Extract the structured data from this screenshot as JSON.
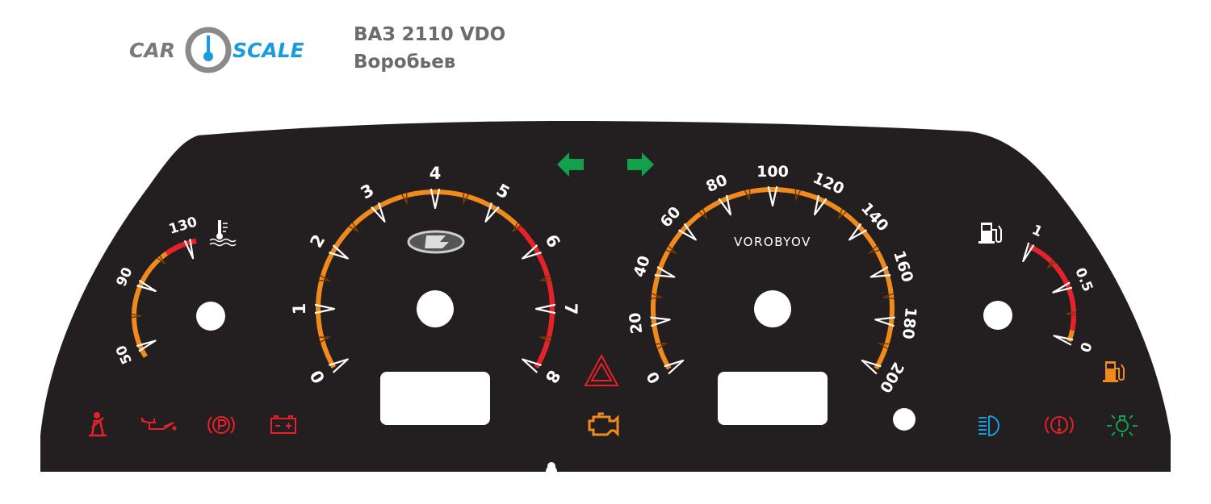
{
  "logo": {
    "left": "CAR",
    "right": "SCALE",
    "left_color": "#7a7a7a",
    "right_color": "#1a9be0"
  },
  "header": {
    "model": "ВАЗ 2110 VDO",
    "author": "Воробьев"
  },
  "panel": {
    "color": "#231f20",
    "brand_text": "VOROBYOV"
  },
  "colors": {
    "scale": "#f08a1c",
    "red": "#e8202a",
    "green": "#12a04a",
    "blue": "#1a9be0",
    "orange": "#f08a1c"
  },
  "gauges": {
    "temp": {
      "min": 50,
      "max": 130,
      "labels": [
        "50",
        "90",
        "130"
      ],
      "label_values": [
        50,
        90,
        130
      ],
      "minor_step": 20,
      "red_from": 115,
      "red_labels": [
        "130"
      ]
    },
    "tach": {
      "min": 0,
      "max": 8,
      "labels": [
        "0",
        "1",
        "2",
        "3",
        "4",
        "5",
        "6",
        "7",
        "8"
      ],
      "label_values": [
        0,
        1,
        2,
        3,
        4,
        5,
        6,
        7,
        8
      ],
      "minor_step": 0.5,
      "red_from": 5.5,
      "red_labels": [
        "6",
        "7",
        "8"
      ]
    },
    "speed": {
      "min": 0,
      "max": 200,
      "labels": [
        "0",
        "20",
        "40",
        "60",
        "80",
        "100",
        "120",
        "140",
        "160",
        "180",
        "200"
      ],
      "label_values": [
        0,
        20,
        40,
        60,
        80,
        100,
        120,
        140,
        160,
        180,
        200
      ],
      "minor_step": 10,
      "red_from": null,
      "red_labels": []
    },
    "fuel": {
      "min": 0,
      "max": 1,
      "labels": [
        "0",
        "0.5",
        "1"
      ],
      "label_values": [
        0,
        0.5,
        1
      ],
      "minor_step": 0.25,
      "red_from": 0.1,
      "red_labels": [
        "0"
      ]
    }
  },
  "indicators": [
    "turn-left",
    "turn-right",
    "hazard",
    "seatbelt",
    "oil-pressure",
    "parking-brake",
    "battery",
    "check-engine",
    "high-beam",
    "brake-warning",
    "side-lights",
    "low-fuel",
    "fuel-pump",
    "coolant-temperature"
  ]
}
